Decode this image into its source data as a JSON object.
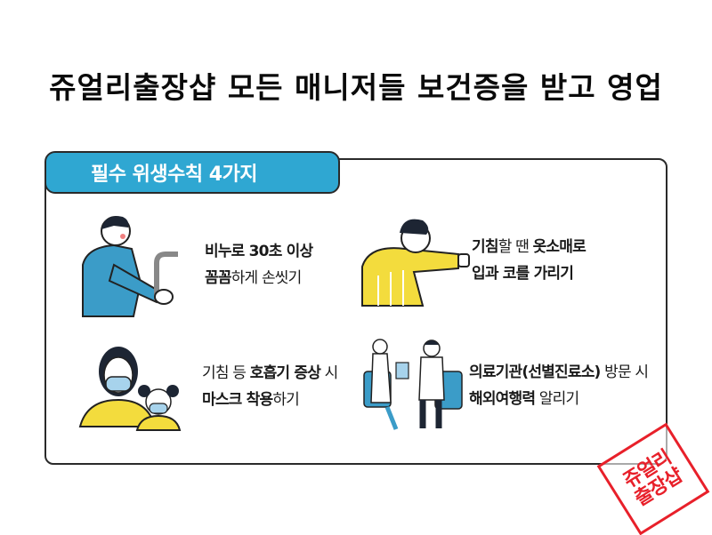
{
  "page": {
    "title": "쥬얼리출장샵 모든 매니저들 보건증을 받고 영업"
  },
  "card": {
    "header": "필수 위생수칙 4가지",
    "items": [
      {
        "line1_bold": "비누로 30초 이상",
        "line2_bold": "꼼꼼",
        "line2_rest": "하게 손씻기",
        "illustration": "hand-washing-person"
      },
      {
        "line1_bold": "기침",
        "line1_light": "할 땐 ",
        "line1_bold2": "옷소매로",
        "line2_bold": "입과 코를 가리기",
        "illustration": "person-coughing-into-sleeve"
      },
      {
        "line1_light": "기침 등 ",
        "line1_bold": "호흡기 증상",
        "line1_light2": " 시",
        "line2_bold": "마스크 착용",
        "line2_rest": "하기",
        "illustration": "mother-and-child-wearing-masks"
      },
      {
        "line1_bold": "의료기관(선별진료소)",
        "line1_light": " 방문 시",
        "line2_bold": "해외여행력",
        "line2_rest": " 알리기",
        "illustration": "doctor-and-patient-consultation"
      }
    ]
  },
  "stamp": {
    "line1": "쥬얼리",
    "line2": "출장샵"
  },
  "colors": {
    "tab_blue": "#2fa7d2",
    "stamp_red": "#e8202a",
    "shirt_blue": "#3b9cc8",
    "shirt_yellow": "#f3dc3d"
  }
}
